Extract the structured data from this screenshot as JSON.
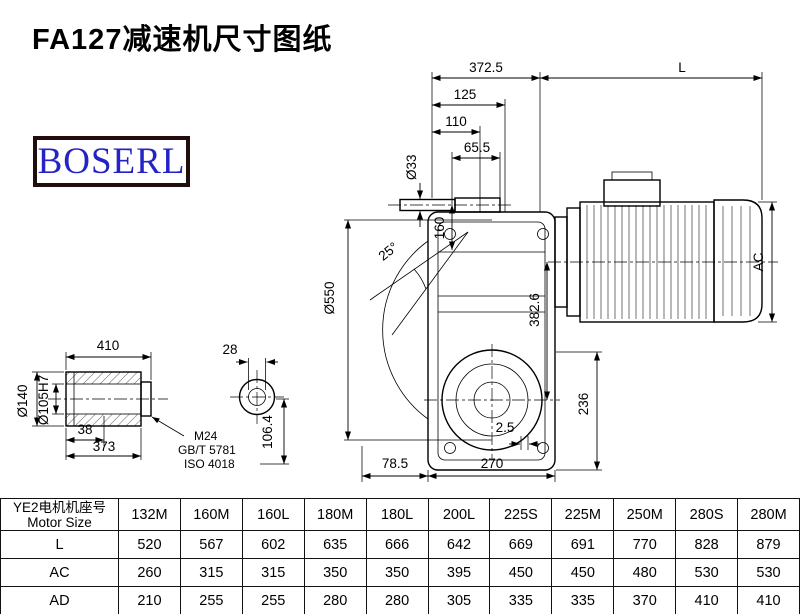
{
  "title": "FA127减速机尺寸图纸",
  "logo": {
    "text": "BOSERL"
  },
  "drawing": {
    "dims": {
      "w372_5": "372.5",
      "L": "L",
      "w125": "125",
      "w110": "110",
      "w65_5": "65.5",
      "dia33": "Ø33",
      "h160": "160",
      "a25": "25°",
      "dia550": "Ø550",
      "h382_6": "382.6",
      "AC": "AC",
      "h236": "236",
      "w2_5": "2.5",
      "w78_5": "78.5",
      "w270": "270",
      "w410": "410",
      "w28": "28",
      "dia140": "Ø140",
      "dia105": "Ø105H7",
      "w38": "38",
      "w373": "373",
      "h106_4": "106.4",
      "m24": "M24",
      "gb": "GB/T 5781",
      "iso": "ISO 4018"
    }
  },
  "table": {
    "header_cn": "YE2电机机座号",
    "header_en": "Motor Size",
    "columns": [
      "132M",
      "160M",
      "160L",
      "180M",
      "180L",
      "200L",
      "225S",
      "225M",
      "250M",
      "280S",
      "280M"
    ],
    "rows": [
      {
        "label": "L",
        "values": [
          "520",
          "567",
          "602",
          "635",
          "666",
          "642",
          "669",
          "691",
          "770",
          "828",
          "879"
        ]
      },
      {
        "label": "AC",
        "values": [
          "260",
          "315",
          "315",
          "350",
          "350",
          "395",
          "450",
          "450",
          "480",
          "530",
          "530"
        ]
      },
      {
        "label": "AD",
        "values": [
          "210",
          "255",
          "255",
          "280",
          "280",
          "305",
          "335",
          "335",
          "370",
          "410",
          "410"
        ]
      }
    ]
  }
}
